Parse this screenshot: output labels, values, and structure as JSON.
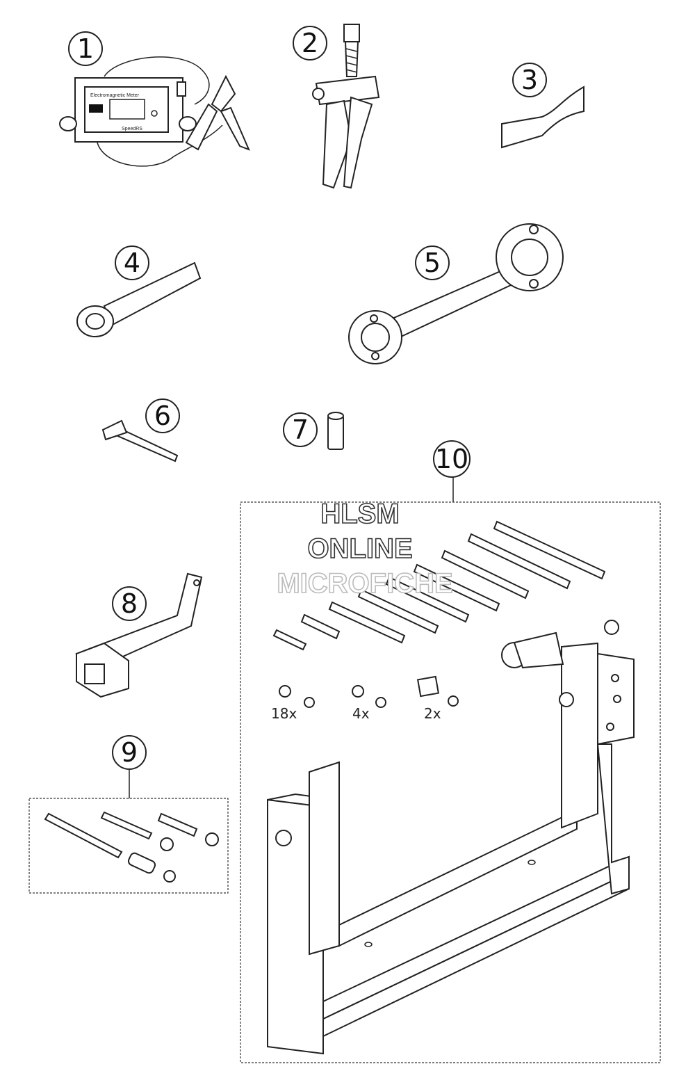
{
  "callouts": [
    "1",
    "2",
    "3",
    "4",
    "5",
    "6",
    "7",
    "8",
    "9",
    "10"
  ],
  "quantities": [
    "18x",
    "4x",
    "2x"
  ],
  "watermark": [
    "HLSM",
    "ONLINE",
    "MICROFICHE"
  ],
  "device_label": "Electromagnetic Meter",
  "device_brand": "SpeedRS"
}
